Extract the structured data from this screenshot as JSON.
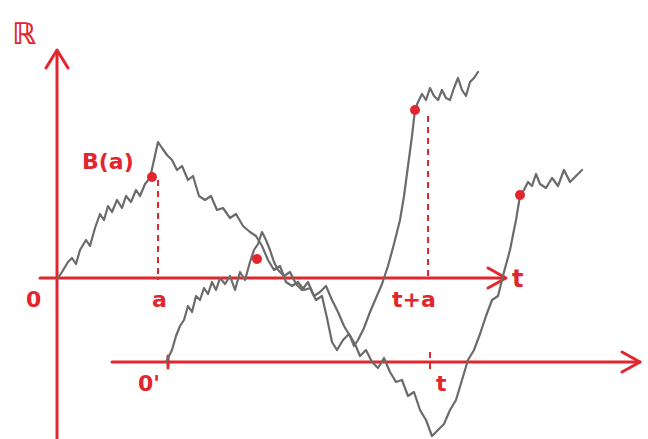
{
  "diagram": {
    "labels": [
      "ℝ",
      "B(a)",
      "0",
      "a",
      "t+a",
      "t",
      "0'",
      "t"
    ]
  }
}
